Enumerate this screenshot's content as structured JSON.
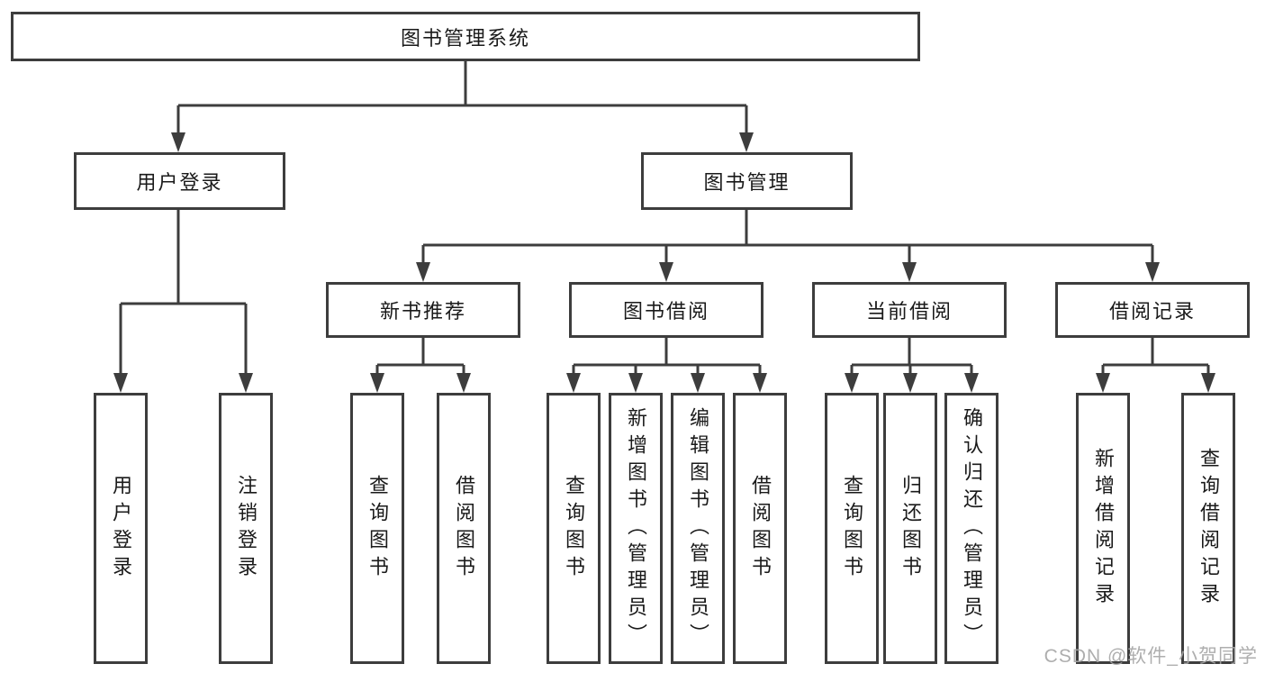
{
  "nodes": {
    "root": {
      "label": "图书管理系统"
    },
    "user_login": {
      "label": "用户登录"
    },
    "book_mgmt": {
      "label": "图书管理"
    },
    "leaf_user_login": {
      "label": "用户登录"
    },
    "leaf_logout": {
      "label": "注销登录"
    },
    "new_book_rec": {
      "label": "新书推荐"
    },
    "book_borrow": {
      "label": "图书借阅"
    },
    "current_borrow": {
      "label": "当前借阅"
    },
    "borrow_record": {
      "label": "借阅记录"
    },
    "rec_query_book": {
      "label": "查询图书"
    },
    "rec_borrow_book": {
      "label": "借阅图书"
    },
    "bb_query_book": {
      "label": "查询图书"
    },
    "bb_add_book": {
      "label": "新增图书（管理员）"
    },
    "bb_edit_book": {
      "label": "编辑图书（管理员）"
    },
    "bb_borrow_book": {
      "label": "借阅图书"
    },
    "cb_query_book": {
      "label": "查询图书"
    },
    "cb_return_book": {
      "label": "归还图书"
    },
    "cb_confirm_return": {
      "label": "确认归还（管理员）"
    },
    "br_add_record": {
      "label": "新增借阅记录"
    },
    "br_query_record": {
      "label": "查询借阅记录"
    }
  },
  "edges": [
    [
      "root",
      "user_login"
    ],
    [
      "root",
      "book_mgmt"
    ],
    [
      "user_login",
      "leaf_user_login"
    ],
    [
      "user_login",
      "leaf_logout"
    ],
    [
      "book_mgmt",
      "new_book_rec"
    ],
    [
      "book_mgmt",
      "book_borrow"
    ],
    [
      "book_mgmt",
      "current_borrow"
    ],
    [
      "book_mgmt",
      "borrow_record"
    ],
    [
      "new_book_rec",
      "rec_query_book"
    ],
    [
      "new_book_rec",
      "rec_borrow_book"
    ],
    [
      "book_borrow",
      "bb_query_book"
    ],
    [
      "book_borrow",
      "bb_add_book"
    ],
    [
      "book_borrow",
      "bb_edit_book"
    ],
    [
      "book_borrow",
      "bb_borrow_book"
    ],
    [
      "current_borrow",
      "cb_query_book"
    ],
    [
      "current_borrow",
      "cb_return_book"
    ],
    [
      "current_borrow",
      "cb_confirm_return"
    ],
    [
      "borrow_record",
      "br_add_record"
    ],
    [
      "borrow_record",
      "br_query_record"
    ]
  ],
  "watermark": "CSDN @软件_小贺同学",
  "colors": {
    "line": "#3d3d3d",
    "text": "#1a1a1a",
    "box_background": "#ffffff",
    "watermark": "#a6a6a6",
    "background": "#ffffff"
  }
}
